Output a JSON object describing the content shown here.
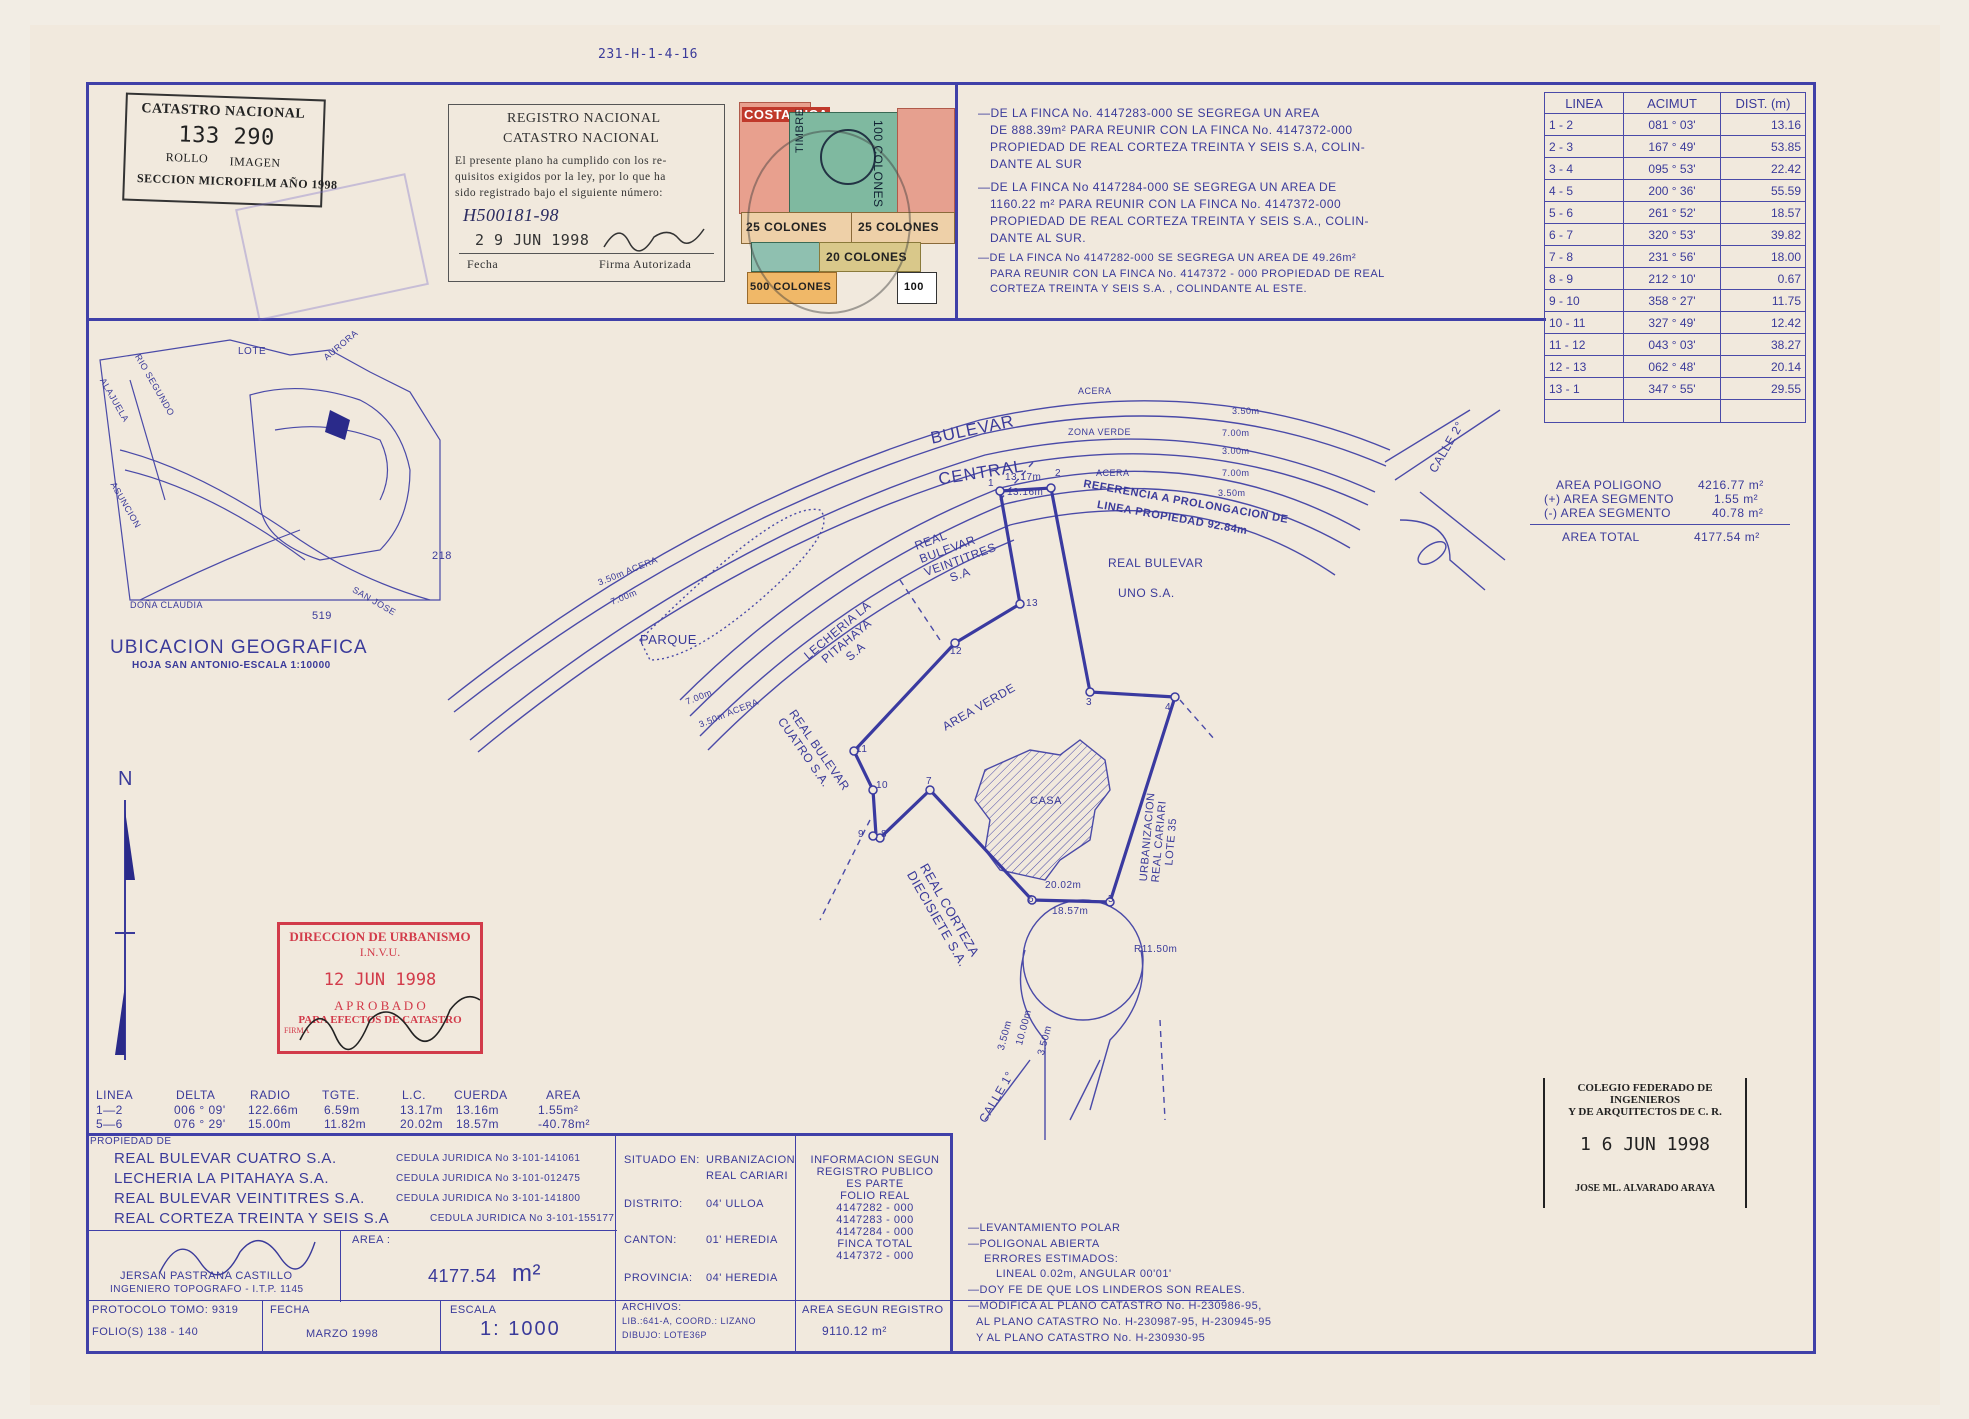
{
  "ref_code": "231-H-1-4-16",
  "catastro_stamp": {
    "title": "CATASTRO NACIONAL",
    "number": "133 290",
    "rollo": "ROLLO",
    "imagen": "IMAGEN",
    "seccion": "SECCION MICROFILM AÑO 1998"
  },
  "registro_stamp": {
    "line1": "REGISTRO NACIONAL",
    "line2": "CATASTRO NACIONAL",
    "body1": "El presente plano ha cumplido con los re-",
    "body2": "quisitos exigidos por la ley, por lo que ha",
    "body3": "sido registrado bajo el siguiente número:",
    "number": "H500181-98",
    "date": "2 9 JUN 1998",
    "fecha_label": "Fecha",
    "firma_label": "Firma Autorizada"
  },
  "timbres": {
    "country": "COSTA RICA",
    "t1": "25 COLONES",
    "t2": "25 COLONES",
    "t3": "100 COLONES",
    "t4": "20 COLONES",
    "t5": "500 COLONES",
    "t6": "100",
    "t7": "TIMBRE"
  },
  "notes_top": [
    "—DE LA FINCA No. 4147283-000 SE SEGREGA UN AREA",
    "DE 888.39m² PARA REUNIR CON LA FINCA No. 4147372-000",
    "PROPIEDAD DE REAL CORTEZA TREINTA Y SEIS S.A, COLIN-",
    "DANTE AL SUR",
    "—DE LA FINCA No 4147284-000 SE SEGREGA UN AREA DE",
    "1160.22 m² PARA REUNIR CON LA FINCA No. 4147372-000",
    "PROPIEDAD DE REAL CORTEZA TREINTA Y SEIS S.A., COLIN-",
    "DANTE AL SUR.",
    "—DE LA FINCA No 4147282-000 SE SEGREGA UN AREA DE 49.26m²",
    "PARA REUNIR CON LA FINCA No. 4147372 - 000 PROPIEDAD DE REAL",
    "CORTEZA TREINTA Y SEIS S.A. , COLINDANTE AL ESTE."
  ],
  "acimut_table": {
    "headers": [
      "LINEA",
      "ACIMUT",
      "DIST. (m)"
    ],
    "rows": [
      [
        "1 - 2",
        "081 ° 03'",
        "13.16"
      ],
      [
        "2 - 3",
        "167 ° 49'",
        "53.85"
      ],
      [
        "3 - 4",
        "095 ° 53'",
        "22.42"
      ],
      [
        "4 - 5",
        "200 ° 36'",
        "55.59"
      ],
      [
        "5 - 6",
        "261 ° 52'",
        "18.57"
      ],
      [
        "6 - 7",
        "320 ° 53'",
        "39.82"
      ],
      [
        "7 - 8",
        "231 ° 56'",
        "18.00"
      ],
      [
        "8 - 9",
        "212 ° 10'",
        "0.67"
      ],
      [
        "9 - 10",
        "358 ° 27'",
        "11.75"
      ],
      [
        "10 - 11",
        "327 ° 49'",
        "12.42"
      ],
      [
        "11 - 12",
        "043 ° 03'",
        "38.27"
      ],
      [
        "12 - 13",
        "062 ° 48'",
        "20.14"
      ],
      [
        "13 - 1",
        "347 ° 55'",
        "29.55"
      ]
    ]
  },
  "areas": {
    "poligono_label": "AREA POLIGONO",
    "poligono": "4216.77 m²",
    "seg_plus_label": "(+) AREA SEGMENTO",
    "seg_plus": "1.55 m²",
    "seg_minus_label": "(-) AREA SEGMENTO",
    "seg_minus": "40.78 m²",
    "total_label": "AREA TOTAL",
    "total": "4177.54 m²"
  },
  "location_map": {
    "title": "UBICACION GEOGRAFICA",
    "subtitle": "HOJA SAN ANTONIO-ESCALA 1:10000",
    "labels": {
      "lote": "LOTE",
      "aurora": "AURORA",
      "rio_segundo": "RIO SEGUNDO",
      "alajuela": "ALAJUELA",
      "asuncion": "ASUNCION",
      "dona_claudia": "DOÑA CLAUDIA",
      "san_jose": "SAN JOSE",
      "n218": "218",
      "n519": "519"
    }
  },
  "plan_labels": {
    "bulevar": "BULEVAR",
    "central": "CENTRAL",
    "acera": "ACERA",
    "zona_verde": "ZONA VERDE",
    "calle2": "CALLE 2°",
    "calle1": "CALLE 1°",
    "parque": "PARQUE",
    "referencia": "REFERENCIA A PROLONGACION DE",
    "linea_prop": "LINEA PROPIEDAD 92.84m",
    "real_bulevar_uno": "REAL BULEVAR",
    "uno_sa": "UNO S.A.",
    "rbv1": "REAL",
    "rbv2": "BULEVAR",
    "rbv3": "VEINTITRES",
    "rbv4": "S.A",
    "lech1": "LECHERIA LA",
    "lech2": "PITAHAYA",
    "lech3": "S.A",
    "rbc1": "REAL BULEVAR",
    "rbc2": "CUATRO S.A.",
    "area_verde": "AREA VERDE",
    "casa": "CASA",
    "urb1": "URBANIZACION",
    "urb2": "REAL CARIARI",
    "urb3": "LOTE 35",
    "rc1": "REAL CORTEZA",
    "rc2": "DIECISIETE S.A.",
    "d350a": "3.50m",
    "d700a": "7.00m",
    "d300": "3.00m",
    "d700b": "7.00m",
    "d350b": "3.50m",
    "d1317": "13.17m",
    "d1316": "13.16m",
    "d2002": "20.02m",
    "d1857": "18.57m",
    "r1150": "R11.50m",
    "d1000": "10.00m",
    "d350c": "3.50m",
    "d350d": "3.50m",
    "p_acera_a": "3.50m ACERA",
    "p_700a": "7.00m",
    "p_700b": "7.00m",
    "p_acera_b": "3.50m ACERA",
    "vertices": [
      "1",
      "2",
      "3",
      "4",
      "5",
      "6",
      "7",
      "8",
      "9",
      "10",
      "11",
      "12",
      "13"
    ]
  },
  "north": "N",
  "invu_stamp": {
    "l1": "DIRECCION DE URBANISMO",
    "l2": "I.N.V.U.",
    "l3": "12 JUN 1998",
    "l4": "A P R O B A D O",
    "l5": "PARA EFECTOS DE CATASTRO",
    "l6": "FIRMA"
  },
  "curve_table": {
    "headers": [
      "LINEA",
      "DELTA",
      "RADIO",
      "TGTE.",
      "L.C.",
      "CUERDA",
      "AREA"
    ],
    "rows": [
      [
        "1—2",
        "006 ° 09'",
        "122.66m",
        "6.59m",
        "13.17m",
        "13.16m",
        "1.55m²"
      ],
      [
        "5—6",
        "076 ° 29'",
        "15.00m",
        "11.82m",
        "20.02m",
        "18.57m",
        "-40.78m²"
      ]
    ]
  },
  "propietarios": {
    "label": "PROPIEDAD DE",
    "rows": [
      {
        "name": "REAL BULEVAR CUATRO S.A.",
        "ced": "CEDULA JURIDICA No 3-101-141061"
      },
      {
        "name": "LECHERIA LA PITAHAYA S.A.",
        "ced": "CEDULA JURIDICA No 3-101-012475"
      },
      {
        "name": "REAL BULEVAR VEINTITRES S.A.",
        "ced": "CEDULA JURIDICA No 3-101-141800"
      },
      {
        "name": "REAL CORTEZA TREINTA Y SEIS S.A",
        "ced": "CEDULA JURIDICA No 3-101-155177"
      }
    ]
  },
  "situacion": {
    "situado_label": "SITUADO EN:",
    "situado": "URBANIZACION",
    "situado2": "REAL CARIARI",
    "distrito_label": "DISTRITO:",
    "distrito": "04' ULLOA",
    "canton_label": "CANTON:",
    "canton": "01' HEREDIA",
    "provincia_label": "PROVINCIA:",
    "provincia": "04' HEREDIA"
  },
  "registro_info": {
    "l1": "INFORMACION SEGUN",
    "l2": "REGISTRO PUBLICO",
    "l3": "ES PARTE",
    "l4": "FOLIO REAL",
    "fincas": [
      "4147282 - 000",
      "4147283 - 000",
      "4147284 - 000"
    ],
    "finca_total_label": "FINCA TOTAL",
    "finca_total": "4147372 - 000"
  },
  "ingeniero": {
    "name": "JERSAN PASTRANA CASTILLO",
    "title": "INGENIERO TOPOGRAFO - I.T.P. 1145"
  },
  "area_box": {
    "label": "AREA :",
    "value": "4177.54",
    "unit": "m²"
  },
  "protocolo": {
    "tomo": "PROTOCOLO TOMO: 9319",
    "folio": "FOLIO(S) 138 - 140"
  },
  "fecha": {
    "label": "FECHA",
    "value": "MARZO 1998"
  },
  "escala": {
    "label": "ESCALA",
    "value": "1: 1000"
  },
  "archivos": {
    "label": "ARCHIVOS:",
    "l1": "LIB.:641-A, COORD.: LIZANO",
    "l2": "DIBUJO: LOTE36P"
  },
  "area_registro": {
    "label": "AREA SEGUN REGISTRO",
    "value": "9110.12 m²"
  },
  "notes_bottom": [
    "—LEVANTAMIENTO POLAR",
    "—POLIGONAL ABIERTA",
    "ERRORES ESTIMADOS:",
    "LINEAL 0.02m, ANGULAR 00'01'",
    "—DOY FE DE QUE LOS LINDEROS SON REALES.",
    "—MODIFICA AL PLANO CATASTRO No. H-230986-95,",
    "AL PLANO CATASTRO No. H-230987-95, H-230945-95",
    "Y AL PLANO CATASTRO No. H-230930-95"
  ],
  "colegio_stamp": {
    "l1": "COLEGIO FEDERADO DE INGENIEROS",
    "l2": "Y DE ARQUITECTOS DE C. R.",
    "l3": "1 6 JUN 1998",
    "l4": "JOSE ML. ALVARADO ARAYA"
  },
  "colors": {
    "ink": "#3a3a9a",
    "stamp_red": "#d23b4a",
    "paper": "#f1e9dd"
  }
}
